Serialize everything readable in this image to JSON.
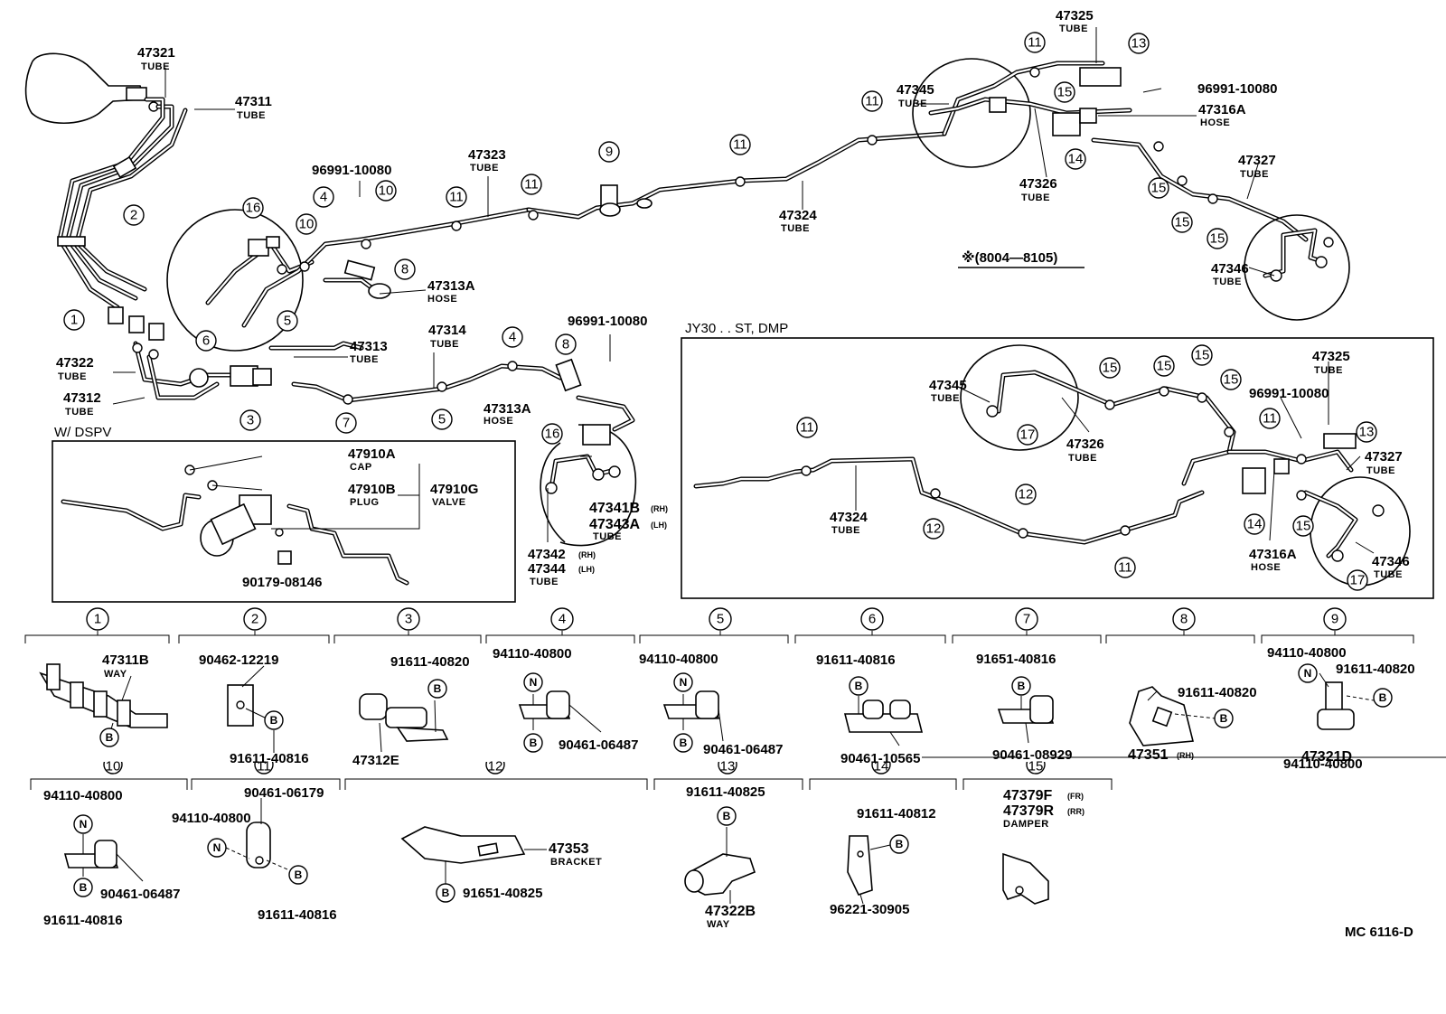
{
  "drawing_code": "MC 6116-D",
  "labels": {
    "p47321": {
      "num": "47321",
      "desc": "TUBE"
    },
    "p47311": {
      "num": "47311",
      "desc": "TUBE"
    },
    "p47323": {
      "num": "47323",
      "desc": "TUBE"
    },
    "p96991_a": {
      "num": "96991-10080"
    },
    "p47313A_a": {
      "num": "47313A",
      "desc": "HOSE"
    },
    "p47313": {
      "num": "47313",
      "desc": "TUBE"
    },
    "p47314": {
      "num": "47314",
      "desc": "TUBE"
    },
    "p47322": {
      "num": "47322",
      "desc": "TUBE"
    },
    "p47312": {
      "num": "47312",
      "desc": "TUBE"
    },
    "p96991_b": {
      "num": "96991-10080"
    },
    "p47313A_b": {
      "num": "47313A",
      "desc": "HOSE"
    },
    "p47341B": {
      "num": "47341B",
      "sub": "(RH)"
    },
    "p47343A": {
      "num": "47343A",
      "sub": "(LH)",
      "desc": "TUBE"
    },
    "p47342": {
      "num": "47342",
      "sub": "(RH)"
    },
    "p47344": {
      "num": "47344",
      "sub": "(LH)",
      "desc": "TUBE"
    },
    "p47324_a": {
      "num": "47324",
      "desc": "TUBE"
    },
    "p47345_a": {
      "num": "47345",
      "desc": "TUBE"
    },
    "p47325_a": {
      "num": "47325",
      "desc": "TUBE"
    },
    "p96991_c": {
      "num": "96991-10080"
    },
    "p47316A_a": {
      "num": "47316A",
      "desc": "HOSE"
    },
    "p47326_a": {
      "num": "47326",
      "desc": "TUBE"
    },
    "p47327_a": {
      "num": "47327",
      "desc": "TUBE"
    },
    "p47346_a": {
      "num": "47346",
      "desc": "TUBE"
    },
    "date_range": "※(8004—8105)",
    "dspv_title": "W/ DSPV",
    "p47910A": {
      "num": "47910A",
      "desc": "CAP"
    },
    "p47910B": {
      "num": "47910B",
      "desc": "PLUG"
    },
    "p47910G": {
      "num": "47910G",
      "desc": "VALVE"
    },
    "p90179": {
      "num": "90179-08146"
    },
    "jy30_title": "JY30 . . ST, DMP",
    "p47345_b": {
      "num": "47345",
      "desc": "TUBE"
    },
    "p47326_b": {
      "num": "47326",
      "desc": "TUBE"
    },
    "p47325_b": {
      "num": "47325",
      "desc": "TUBE"
    },
    "p96991_d": {
      "num": "96991-10080"
    },
    "p47327_b": {
      "num": "47327",
      "desc": "TUBE"
    },
    "p47324_b": {
      "num": "47324",
      "desc": "TUBE"
    },
    "p47316A_b": {
      "num": "47316A",
      "desc": "HOSE"
    },
    "p47346_b": {
      "num": "47346",
      "desc": "TUBE"
    }
  },
  "callouts": [
    "1",
    "2",
    "3",
    "4",
    "5",
    "6",
    "7",
    "8",
    "9",
    "10",
    "11",
    "12",
    "13",
    "14",
    "15",
    "16",
    "17"
  ],
  "fastener_letters": {
    "bolt": "B",
    "nut": "N"
  },
  "detail_row1": [
    {
      "callout": "1",
      "parts": [
        {
          "num": "47311B",
          "desc": "WAY"
        }
      ]
    },
    {
      "callout": "2",
      "parts": [
        {
          "num": "90462-12219"
        },
        {
          "num": "91611-40816"
        }
      ]
    },
    {
      "callout": "3",
      "parts": [
        {
          "num": "91611-40820"
        },
        {
          "num": "47312E"
        }
      ]
    },
    {
      "callout": "4",
      "parts": [
        {
          "num": "94110-40800"
        },
        {
          "num": "90461-06487"
        }
      ]
    },
    {
      "callout": "5",
      "parts": [
        {
          "num": "94110-40800"
        },
        {
          "num": "90461-06487"
        }
      ]
    },
    {
      "callout": "6",
      "parts": [
        {
          "num": "91611-40816"
        },
        {
          "num": "90461-10565"
        }
      ]
    },
    {
      "callout": "7",
      "parts": [
        {
          "num": "91651-40816"
        },
        {
          "num": "90461-08929"
        }
      ]
    },
    {
      "callout": "8",
      "parts": [
        {
          "num": "91611-40820"
        },
        {
          "num": "47351",
          "sub": "(RH)"
        }
      ]
    },
    {
      "callout": "9",
      "parts": [
        {
          "num": "94110-40800"
        },
        {
          "num": "91611-40820"
        },
        {
          "num": "47321D"
        },
        {
          "num": "94110-40800"
        }
      ]
    }
  ],
  "detail_row2": [
    {
      "callout": "10",
      "parts": [
        {
          "num": "94110-40800"
        },
        {
          "num": "90461-06487"
        },
        {
          "num": "91611-40816"
        }
      ]
    },
    {
      "callout": "11",
      "parts": [
        {
          "num": "90461-06179"
        },
        {
          "num": "94110-40800"
        },
        {
          "num": "91611-40816"
        }
      ]
    },
    {
      "callout": "12",
      "parts": [
        {
          "num": "47353",
          "desc": "BRACKET"
        },
        {
          "num": "91651-40825"
        }
      ]
    },
    {
      "callout": "13",
      "parts": [
        {
          "num": "91611-40825"
        },
        {
          "num": "47322B",
          "desc": "WAY"
        }
      ]
    },
    {
      "callout": "14",
      "parts": [
        {
          "num": "91611-40812"
        },
        {
          "num": "96221-30905"
        }
      ]
    },
    {
      "callout": "15",
      "parts": [
        {
          "num": "47379F",
          "sub": "(FR)"
        },
        {
          "num": "47379R",
          "sub": "(RR)",
          "desc": "DAMPER"
        }
      ]
    }
  ]
}
